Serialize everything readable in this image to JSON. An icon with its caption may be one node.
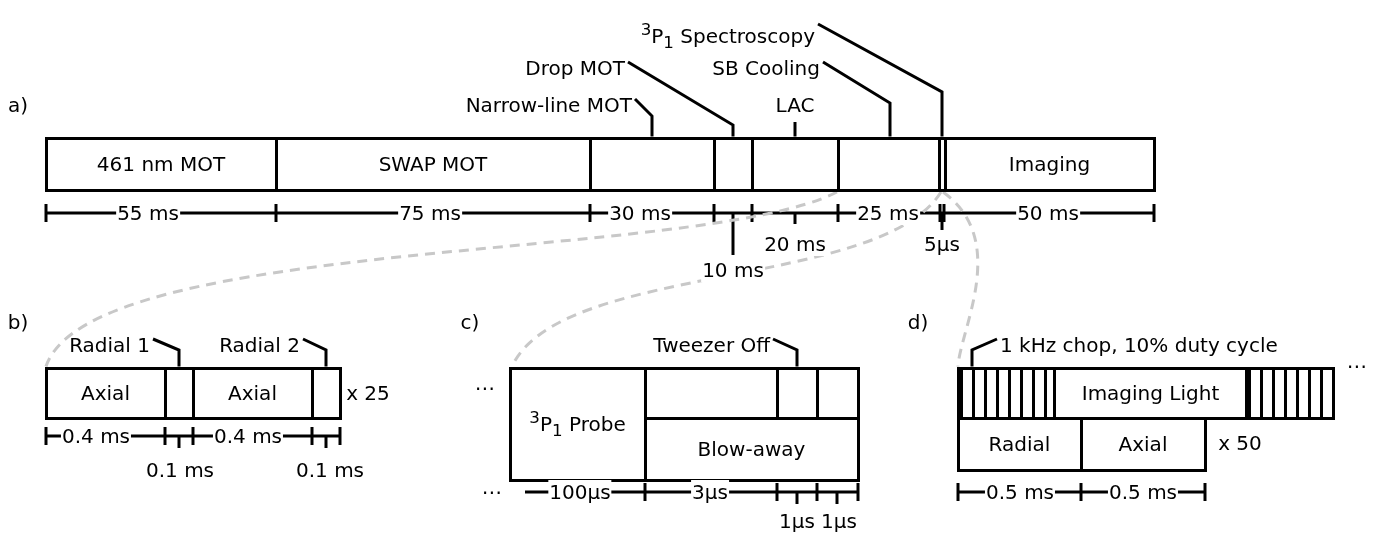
{
  "diagram": {
    "nodes": [
      {
        "text": [
          "$^{3}$P$_{1}$ Spectroscopy"
        ]
      },
      {
        "text": [
          "Drop MOT"
        ]
      },
      {
        "text": [
          "SB Cooling"
        ]
      },
      {
        "text": [
          "Narrow-line MOT"
        ]
      },
      {
        "text": [
          "LAC"
        ]
      },
      {
        "text": [
          "461 nm MOT"
        ]
      },
      {
        "text": [
          "SWAP MOT"
        ]
      },
      {
        "text": [],
        "shape": "box"
      },
      {
        "text": [],
        "shape": "box"
      },
      {
        "text": [],
        "shape": "box"
      },
      {
        "text": [],
        "shape": "box"
      },
      {
        "text": [],
        "shape": "box"
      },
      {
        "text": [
          "Imaging"
        ]
      },
      {
        "text": [
          "Radial 1"
        ]
      },
      {
        "text": [
          "Radial 2"
        ]
      },
      {
        "text": [
          "Axial"
        ]
      },
      {
        "text": [],
        "shape": "box"
      },
      {
        "text": [
          "Axial"
        ]
      },
      {
        "text": [],
        "shape": "box"
      },
      {
        "text": [
          "Tweezer Off"
        ]
      },
      {
        "text": [
          "$^{3}$P$_{1}$ Probe"
        ]
      },
      {
        "text": [],
        "shape": "box"
      },
      {
        "text": [],
        "shape": "box"
      },
      {
        "text": [],
        "shape": "box"
      },
      {
        "text": [
          "Blow-away"
        ]
      },
      {
        "text": [
          "1 kHz chop, 10% duty cycle"
        ]
      },
      {
        "text": [
          "Imaging Light"
        ]
      },
      {
        "text": [],
        "shape": "bar",
        "in": 26
      },
      {
        "text": [],
        "shape": "bar",
        "in": 26
      },
      {
        "text": [
          "Radial"
        ]
      },
      {
        "text": [
          "Axial"
        ]
      }
    ],
    "edges": [
      {
        "from": 3,
        "to": 7,
        "arrow": "none"
      },
      {
        "from": 1,
        "to": 8,
        "arrow": "none"
      },
      {
        "from": 4,
        "to": 9,
        "arrow": "none"
      },
      {
        "from": 2,
        "to": 10,
        "arrow": "none"
      },
      {
        "from": 0,
        "to": 11,
        "arrow": "none"
      },
      {
        "from": 13,
        "to": 16,
        "arrow": "none"
      },
      {
        "from": 14,
        "to": 18,
        "arrow": "none"
      },
      {
        "from": 19,
        "to": 22,
        "arrow": "none"
      },
      {
        "from": 25,
        "to": 27,
        "arrow": "none"
      },
      {
        "from": 9,
        "to": 15,
        "arrow": "none",
        "style": "dashed",
        "color": "#c8c8c8"
      },
      {
        "from": 11,
        "to": 20,
        "arrow": "none",
        "style": "dashed",
        "color": "#c8c8c8"
      },
      {
        "from": 11,
        "to": 26,
        "arrow": "none",
        "style": "dashed",
        "color": "#c8c8c8"
      }
    ],
    "labels": [
      "a)",
      "55 ms",
      "75 ms",
      "30 ms",
      "25 ms",
      "50 ms",
      "20 ms",
      "5μs",
      "10 ms",
      "b)",
      "c)",
      "d)",
      "x 25",
      "⋯",
      "⋯",
      "x 50",
      "0.4 ms",
      "0.4 ms",
      "0.1 ms",
      "0.1 ms",
      "⋯",
      "100μs",
      "3μs",
      "0.5 ms",
      "0.5 ms",
      "1μs",
      "1μs"
    ]
  }
}
